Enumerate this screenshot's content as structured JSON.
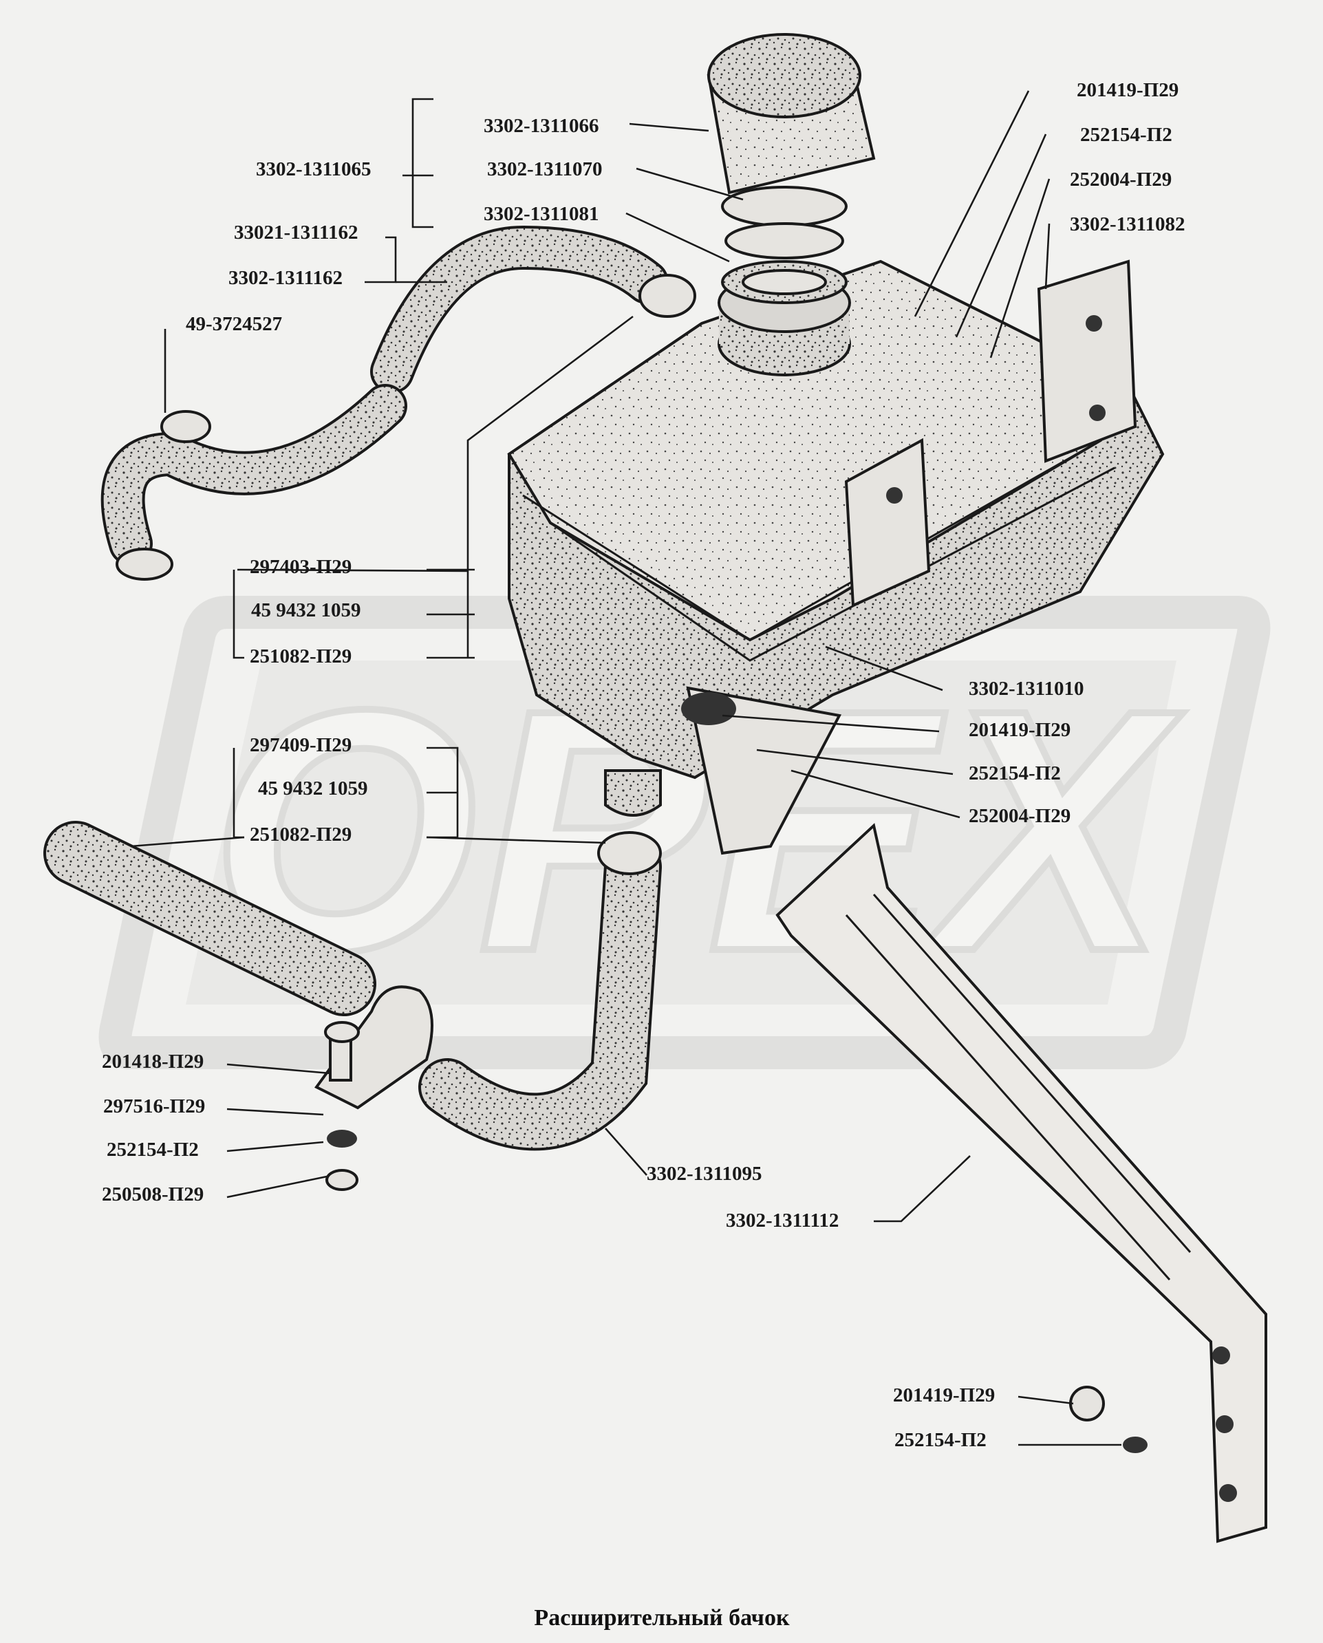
{
  "title": "Расширительный бачок",
  "watermark": "ОРЕХ",
  "colors": {
    "background": "#f2f2f0",
    "ink": "#1a1a1a",
    "part_fill": "#d8d6d2",
    "watermark": "#e2e2e0"
  },
  "labels": {
    "l01": "201419-П29",
    "l02": "3302-1311066",
    "l03": "252154-П2",
    "l04": "3302-1311065",
    "l05": "3302-1311070",
    "l06": "252004-П29",
    "l07": "3302-1311081",
    "l08": "3302-1311082",
    "l09": "33021-1311162",
    "l10": "3302-1311162",
    "l11": "49-3724527",
    "l12": "297403-П29",
    "l13": "45  9432 1059",
    "l14": "251082-П29",
    "l15": "3302-1311010",
    "l16": "201419-П29",
    "l17": "297409-П29",
    "l18": "252154-П2",
    "l19": "45 9432 1059",
    "l20": "252004-П29",
    "l21": "251082-П29",
    "l22": "201418-П29",
    "l23": "297516-П29",
    "l24": "252154-П2",
    "l25": "3302-1311095",
    "l26": "250508-П29",
    "l27": "3302-1311112",
    "l28": "201419-П29",
    "l29": "252154-П2"
  }
}
